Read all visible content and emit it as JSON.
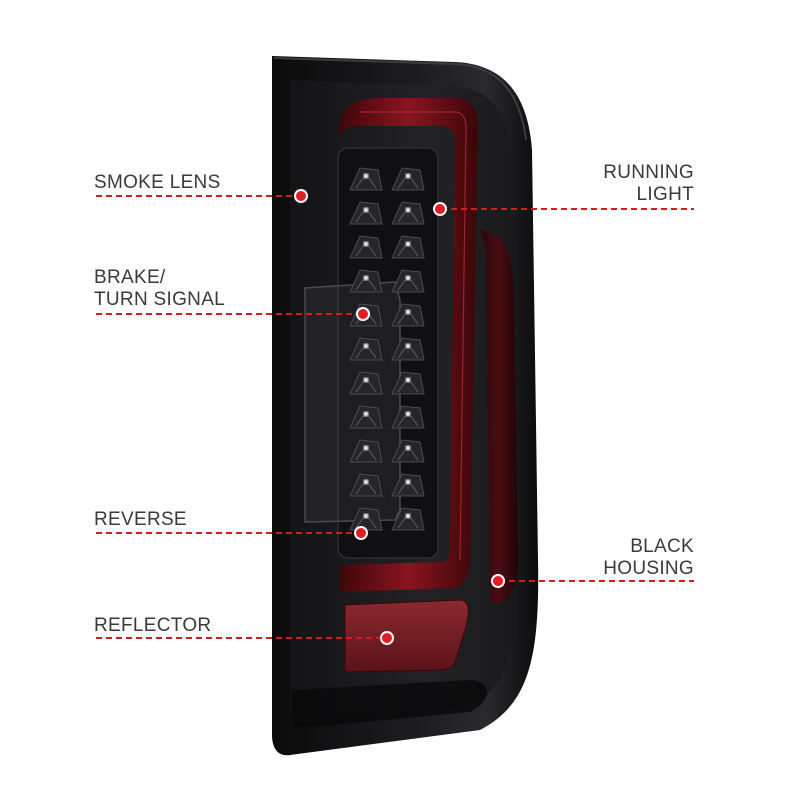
{
  "product": "tail-light",
  "colors": {
    "callout": "#d51a21",
    "label_text": "#3a3a3a",
    "housing": "#141416",
    "lens_red": "#7a1018",
    "background": "#ffffff"
  },
  "callouts": [
    {
      "id": "smoke-lens",
      "side": "left",
      "lines": [
        "SMOKE LENS"
      ]
    },
    {
      "id": "brake-turn-signal",
      "side": "left",
      "lines": [
        "BRAKE/",
        "TURN SIGNAL"
      ]
    },
    {
      "id": "reverse",
      "side": "left",
      "lines": [
        "REVERSE"
      ]
    },
    {
      "id": "reflector",
      "side": "left",
      "lines": [
        "REFLECTOR"
      ]
    },
    {
      "id": "running-light",
      "side": "right",
      "lines": [
        "RUNNING",
        "LIGHT"
      ]
    },
    {
      "id": "black-housing",
      "side": "right",
      "lines": [
        "BLACK",
        "HOUSING"
      ]
    }
  ]
}
